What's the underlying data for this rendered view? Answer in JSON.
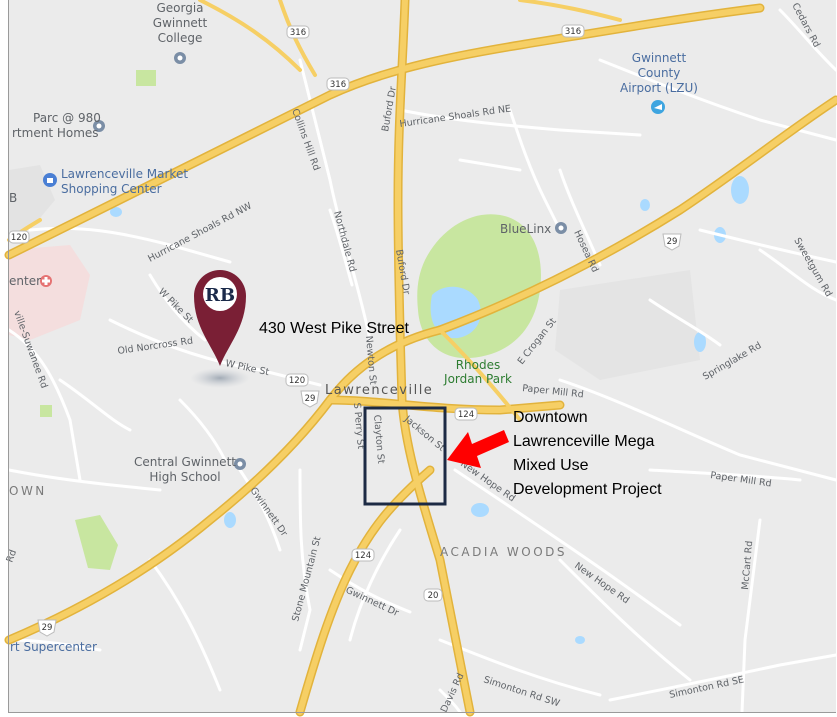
{
  "map": {
    "neighborhood": "ACADIA WOODS",
    "edge_neighborhood": "OWN",
    "city_label": "Lawrenceville",
    "places": {
      "georgia_gwinnett_1": "Georgia",
      "georgia_gwinnett_2": "Gwinnett",
      "georgia_gwinnett_3": "College",
      "parc_1": "Parc @ 980",
      "parc_2": "rtment Homes",
      "market_1": "Lawrenceville Market",
      "market_2": "Shopping Center",
      "airport_1": "Gwinnett",
      "airport_2": "County",
      "airport_3": "Airport (LZU)",
      "bluelinx": "BlueLinx",
      "park_1": "Rhodes",
      "park_2": "Jordan Park",
      "high_school_1": "Central Gwinnett",
      "high_school_2": "High School",
      "supercenter": "rt Supercenter",
      "center": "enter",
      "edge_b": "B"
    },
    "streets": {
      "hurricane_shoals_ne": "Hurricane Shoals Rd NE",
      "hurricane_shoals_nw": "Hurricane Shoals Rd NW",
      "collins_hill": "Collins Hill Rd",
      "buford_dr_top": "Buford Dr",
      "buford_dr": "Buford Dr",
      "northdale": "Northdale Rd",
      "w_pike_st_1": "W Pike St",
      "w_pike_st_2": "W Pike St",
      "old_norcross": "Old Norcross Rd",
      "newton_st": "Newton St",
      "s_perry_st": "S Perry St",
      "clayton_st": "Clayton St",
      "jackson_st": "Jackson St",
      "new_hope_1": "New Hope Rd",
      "new_hope_2": "New Hope Rd",
      "e_crogan": "E Crogan St",
      "paper_mill_1": "Paper Mill Rd",
      "paper_mill_2": "Paper Mill Rd",
      "springlake": "Springlake Rd",
      "sweetgum": "Sweetgum Rd",
      "cedars": "Cedars Rd",
      "hosea": "Hosea Rd",
      "gwinnett_dr_1": "Gwinnett Dr",
      "gwinnett_dr_2": "Gwinnett Dr",
      "stone_mountain": "Stone Mountain St",
      "davis": "Davis Rd",
      "simonton_sw": "Simonton Rd SW",
      "simonton_se": "Simonton Rd SE",
      "mccart": "McCart Rd",
      "suwanee": "ville-Suwanee Rd",
      "edge_rd": "Rd"
    },
    "shields": {
      "s316_a": "316",
      "s316_b": "316",
      "s316_c": "316",
      "s120_a": "120",
      "s120_b": "120",
      "s29_a": "29",
      "s29_b": "29",
      "s29_c": "29",
      "s124_a": "124",
      "s124_b": "124",
      "s20": "20"
    }
  },
  "marker": {
    "logo_text": "RB",
    "label": "430 West Pike Street"
  },
  "callout": {
    "line1": "Downtown",
    "line2": "Lawrenceville Mega",
    "line3": "Mixed Use",
    "line4": "Development Project"
  },
  "colors": {
    "map_bg": "#ebebeb",
    "highway": "#f6cf65",
    "highway_casing": "#e2b33c",
    "minor_road": "#ffffff",
    "park": "#c8e6a0",
    "water": "#aadaff",
    "box": "#1c2a44",
    "arrow": "#ff0000",
    "pin": "#7a1f35"
  }
}
